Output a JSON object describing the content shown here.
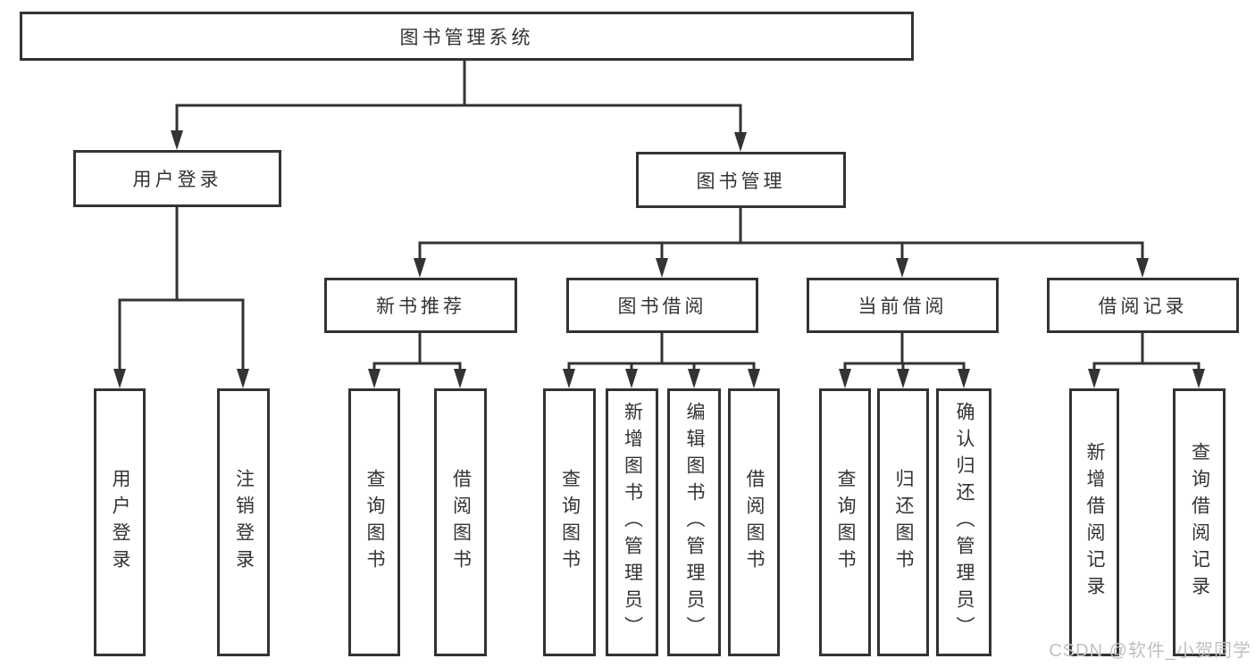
{
  "diagram": {
    "type": "tree",
    "line_color": "#333333",
    "box_border_color": "#333333",
    "text_color": "#333333",
    "root": {
      "label": "图书管理系统",
      "children": [
        {
          "label": "用户登录",
          "children": [
            {
              "label": "用户登录"
            },
            {
              "label": "注销登录"
            }
          ]
        },
        {
          "label": "图书管理",
          "children": [
            {
              "label": "新书推荐",
              "children": [
                {
                  "label": "查询图书"
                },
                {
                  "label": "借阅图书"
                }
              ]
            },
            {
              "label": "图书借阅",
              "children": [
                {
                  "label": "查询图书"
                },
                {
                  "label": "新增图书（管理员）"
                },
                {
                  "label": "编辑图书（管理员）"
                },
                {
                  "label": "借阅图书"
                }
              ]
            },
            {
              "label": "当前借阅",
              "children": [
                {
                  "label": "查询图书"
                },
                {
                  "label": "归还图书"
                },
                {
                  "label": "确认归还（管理员）"
                }
              ]
            },
            {
              "label": "借阅记录",
              "children": [
                {
                  "label": "新增借阅记录"
                },
                {
                  "label": "查询借阅记录"
                }
              ]
            }
          ]
        }
      ]
    }
  },
  "watermark": {
    "text": "CSDN @软件_小贺同学",
    "color": "#c0c0c0"
  }
}
